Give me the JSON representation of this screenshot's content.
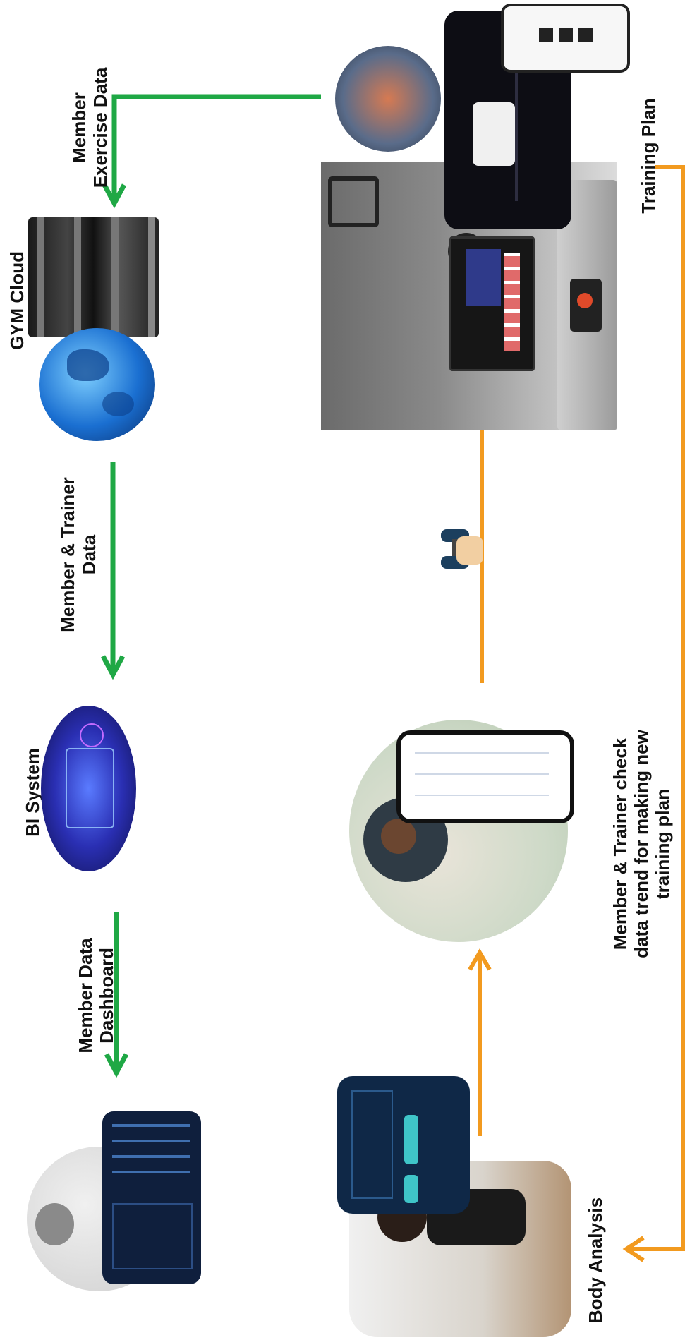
{
  "labels": {
    "gym_cloud": "GYM Cloud",
    "member_exercise_data": "Member\nExercise Data",
    "member_trainer_data": "Member & Trainer\nData",
    "bi_system": "BI System",
    "member_data_dashboard": "Member Data\nDashboard",
    "training_plan": "Training Plan",
    "member_trainer_check": "Member & Trainer check\ndata trend for making new\ntraining plan",
    "body_analysis": "Body Analysis"
  },
  "colors": {
    "green_arrow": "#1fa845",
    "orange_arrow": "#f29a1f"
  },
  "icons": [
    "server-rack-icon",
    "globe-icon",
    "bi-system-image",
    "dashboard-image",
    "gym-equipment-image",
    "phone-trainer-image",
    "dumbbell-icon",
    "body-analysis-image"
  ]
}
